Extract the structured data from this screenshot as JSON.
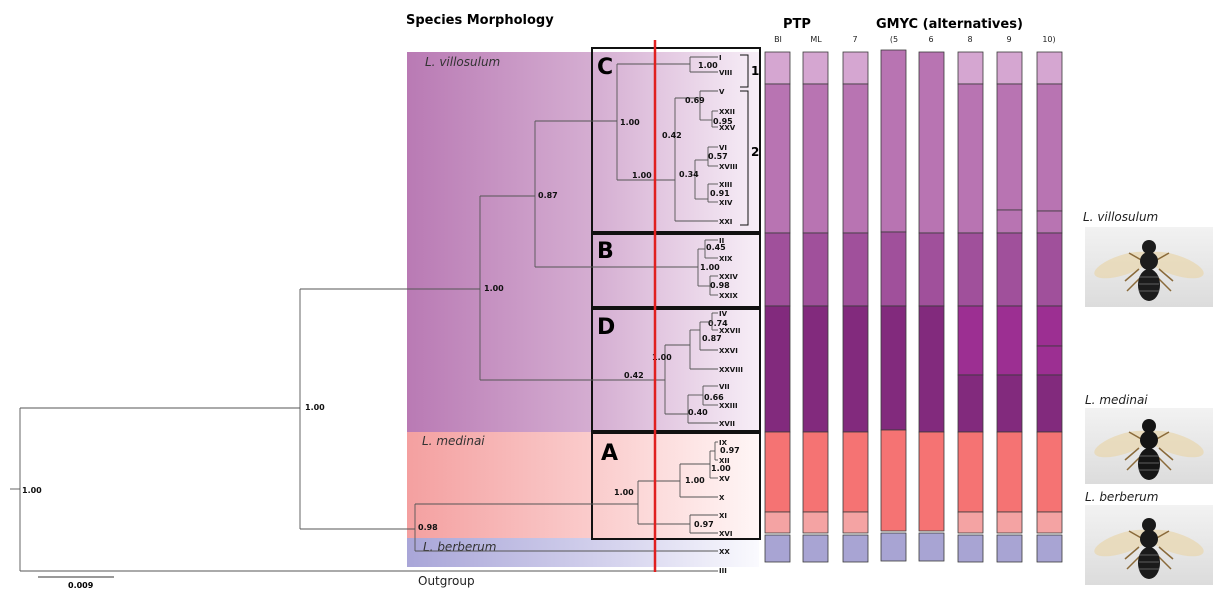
{
  "headers": {
    "species_morphology": "Species Morphology",
    "ptp": "PTP",
    "gmyc": "GMYC (alternatives)",
    "columns": [
      "BI",
      "ML",
      "7",
      "(5",
      "6",
      "8",
      "9",
      "10)"
    ]
  },
  "species": {
    "villosulum": "L. villosulum",
    "medinai": "L. medinai",
    "berberum": "L. berberum"
  },
  "outgroup": "Outgroup",
  "scale_bar": "0.009",
  "clade_letters": {
    "C": "C",
    "B": "B",
    "D": "D",
    "A": "A"
  },
  "subclade_numbers": {
    "one": "1",
    "two": "2"
  },
  "tips": [
    "I",
    "VIII",
    "V",
    "XXII",
    "XXV",
    "VI",
    "XVIII",
    "XIII",
    "XIV",
    "XXI",
    "II",
    "XIX",
    "XXIV",
    "XXIX",
    "IV",
    "XXVII",
    "XXVI",
    "XXVIII",
    "VII",
    "XXIII",
    "XVII",
    "IX",
    "XII",
    "XV",
    "X",
    "XI",
    "XVI",
    "XX",
    "III"
  ],
  "supports": [
    "1.00",
    "1.00",
    "1.00",
    "0.87",
    "1.00",
    "1.00",
    "1.00",
    "0.69",
    "0.95",
    "0.42",
    "0.57",
    "0.34",
    "0.91",
    "0.45",
    "1.00",
    "0.98",
    "0.74",
    "0.87",
    "0.42",
    "1.00",
    "0.66",
    "0.40",
    "0.97",
    "1.00",
    "1.00",
    "1.00",
    "0.97",
    "0.98"
  ],
  "colors": {
    "villosulum_light": "#d5a6d1",
    "villosulum_main": "#b874b2",
    "villosulum_b": "#a0509b",
    "villosulum_d": "#822a7d",
    "villosulum_d_alt": "#9c2f92",
    "medinai_main": "#f57373",
    "medinai_light": "#f4a3a3",
    "berberum": "#a8a4d3",
    "red_line": "#e02020"
  }
}
